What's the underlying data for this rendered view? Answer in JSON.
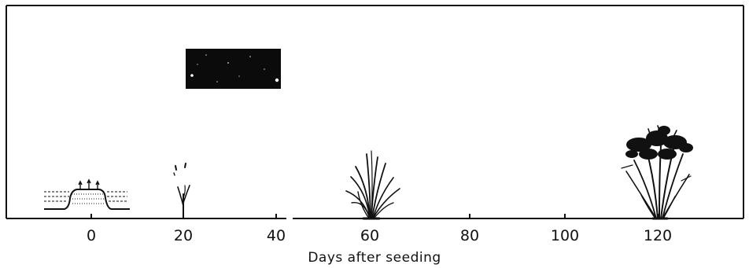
{
  "diagram": {
    "x_axis": {
      "label": "Days after seeding",
      "ticks": [
        "0",
        "20",
        "40",
        "60",
        "80",
        "100",
        "120"
      ]
    },
    "stages": [
      {
        "day": 0,
        "icon": "seedbed-icon"
      },
      {
        "day": 20,
        "icon": "seedling-icon"
      },
      {
        "day": 60,
        "icon": "tillering-plant-icon"
      },
      {
        "day": 120,
        "icon": "mature-plant-icon"
      }
    ],
    "inset": {
      "icon": "dark-photo-inset"
    }
  }
}
